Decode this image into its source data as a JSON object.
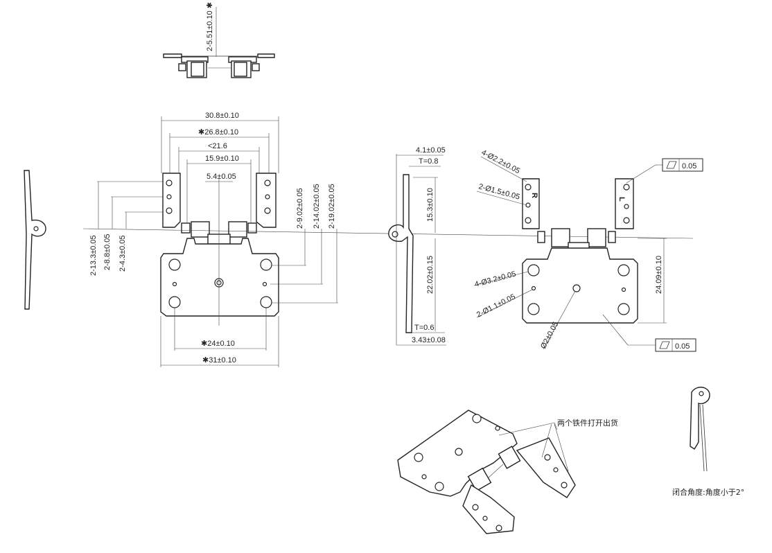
{
  "top_view": {
    "dim": "2-5.51±0.10 ✱"
  },
  "front_view": {
    "dims": {
      "d30_8": "30.8±0.10",
      "d26_8": "✱26.8±0.10",
      "d21_6": "<21.6",
      "d15_9": "15.9±0.10",
      "d5_4": "5.4±0.05",
      "d9_02": "2-9.02±0.05",
      "d14_02": "2-14.02±0.05",
      "d19_02": "2-19.02±0.05",
      "d13_3": "2-13.3±0.05",
      "d8_8": "2-8.8±0.05",
      "d4_3": "2-4.3±0.05",
      "d24": "✱24±0.10",
      "d31": "✱31±0.10"
    }
  },
  "side_view": {
    "dims": {
      "d4_1": "4.1±0.05",
      "t0_8": "T=0.8",
      "d15_3": "15.3±0.10",
      "d22_02": "22.02±0.15",
      "t0_6": "T=0.6",
      "d3_43": "3.43±0.08"
    }
  },
  "right_view": {
    "dims": {
      "h2_2": "4-Ø2.2±0.05",
      "h1_5": "2-Ø1.5±0.05",
      "h3_2": "4-Ø3.2±0.05",
      "h1_1": "2-Ø1.1±0.05",
      "h2": "Ø2±0.05",
      "d24_09": "24.09±0.10"
    },
    "marks": {
      "right": "R",
      "left": "L"
    },
    "flatness_top": "0.05",
    "flatness_bottom": "0.05"
  },
  "notes": {
    "iso_note": "两个铁件打开出货",
    "closed_angle": "闭合角度:角度小于2°"
  }
}
